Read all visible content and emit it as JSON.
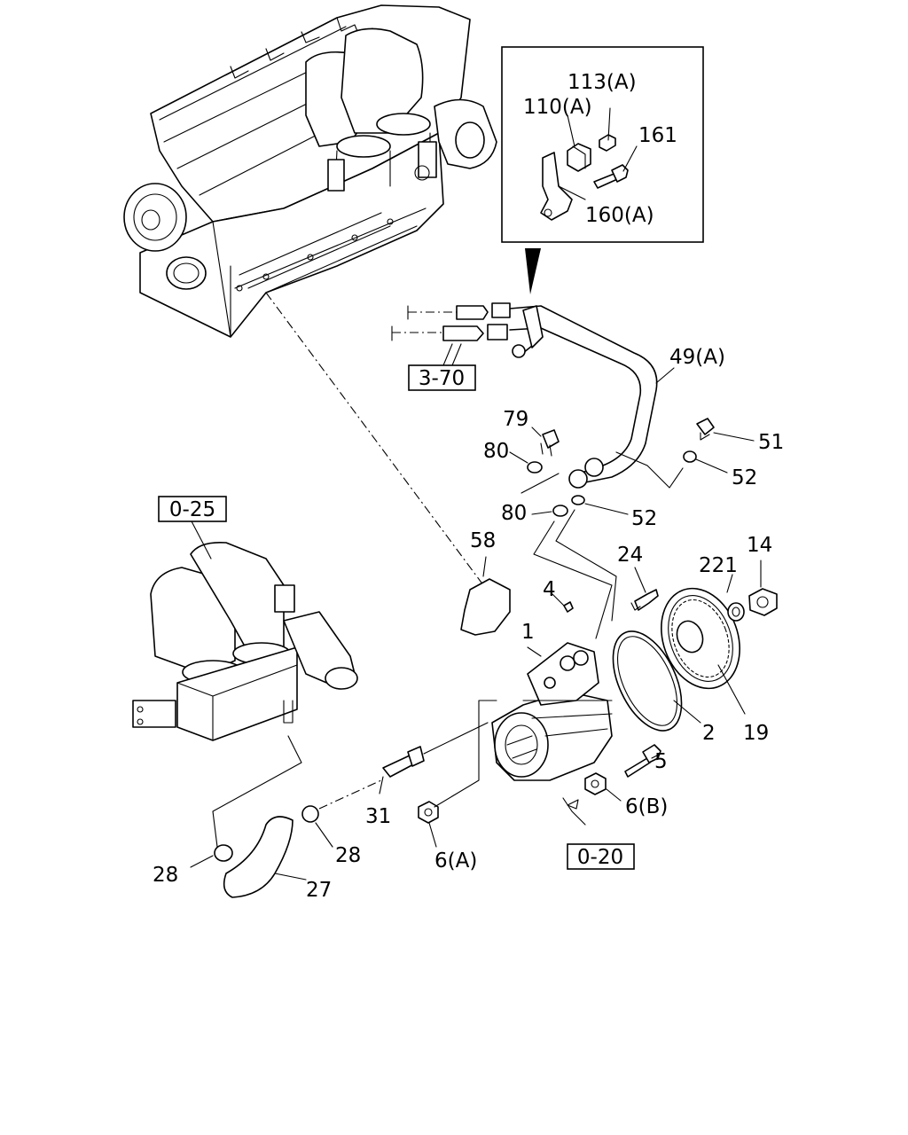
{
  "callouts": {
    "c113a": "113(A)",
    "c110a": "110(A)",
    "c161": "161",
    "c160a": "160(A)",
    "c49a": "49(A)",
    "c79": "79",
    "c80a": "80",
    "c80b": "80",
    "c51": "51",
    "c52a": "52",
    "c52b": "52",
    "c58": "58",
    "c24": "24",
    "c4": "4",
    "c221": "221",
    "c14": "14",
    "c1": "1",
    "c2": "2",
    "c19": "19",
    "c5": "5",
    "c6b": "6(B)",
    "c31": "31",
    "c28a": "28",
    "c28b": "28",
    "c6a": "6(A)",
    "c27": "27"
  },
  "refs": {
    "r370": "3-70",
    "r025": "0-25",
    "r020": "0-20"
  }
}
